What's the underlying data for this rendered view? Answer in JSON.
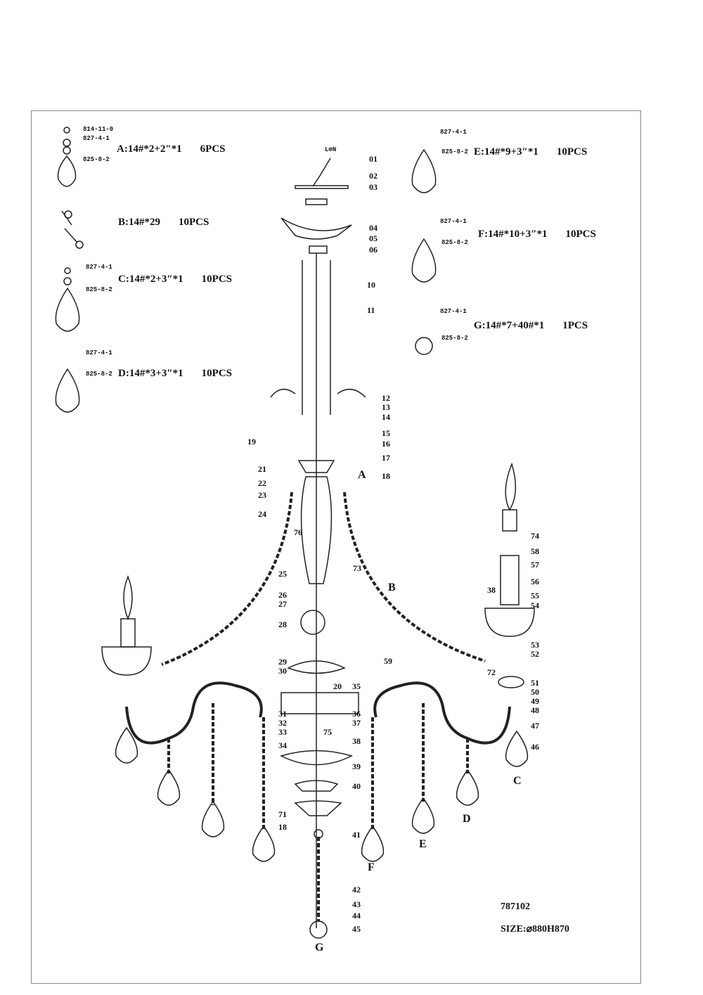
{
  "legend": [
    {
      "text": "A:14#*2+2″*1",
      "qty": "6PCS"
    },
    {
      "text": "B:14#*29",
      "qty": "10PCS"
    },
    {
      "text": "C:14#*2+3″*1",
      "qty": "10PCS"
    },
    {
      "text": "D:14#*3+3″*1",
      "qty": "10PCS"
    },
    {
      "text": "E:14#*9+3″*1",
      "qty": "10PCS"
    },
    {
      "text": "F:14#*10+3″*1",
      "qty": "10PCS"
    },
    {
      "text": "G:14#*7+40#*1",
      "qty": "1PCS"
    }
  ],
  "codes": {
    "ring": "814-11-0",
    "connector": "827-4-1",
    "pendant": "825-8-2"
  },
  "wire_label": "L⊕N",
  "parts": [
    "01",
    "02",
    "03",
    "04",
    "05",
    "06",
    "10",
    "11",
    "12",
    "13",
    "14",
    "15",
    "16",
    "17",
    "18",
    "A",
    "19",
    "21",
    "22",
    "23",
    "24",
    "76",
    "73",
    "25",
    "B",
    "26",
    "27",
    "28",
    "29",
    "30",
    "20",
    "35",
    "59",
    "31",
    "32",
    "33",
    "34",
    "36",
    "37",
    "75",
    "38",
    "39",
    "40",
    "71",
    "18",
    "41",
    "42",
    "43",
    "44",
    "45",
    "G",
    "F",
    "E",
    "D",
    "C",
    "74",
    "58",
    "57",
    "56",
    "38",
    "55",
    "54",
    "53",
    "52",
    "72",
    "51",
    "50",
    "49",
    "48",
    "47",
    "46"
  ],
  "model": "787102",
  "size": "SIZE:⌀880H870"
}
